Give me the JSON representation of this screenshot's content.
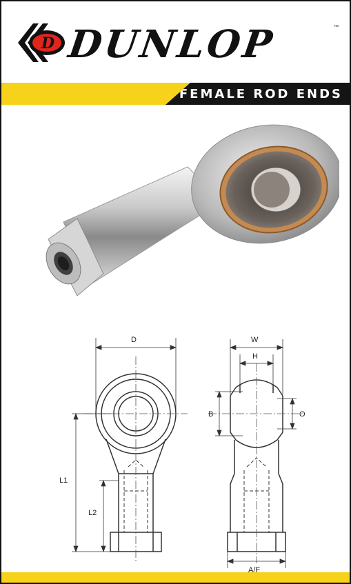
{
  "brand": {
    "name": "DUNLOP",
    "trademark": "™",
    "icon": "dunlop-d-flying-logo"
  },
  "header": {
    "title": "FEMALE ROD ENDS"
  },
  "diagram": {
    "labels": {
      "d": "D",
      "w": "W",
      "h": "H",
      "b": "B",
      "o": "O",
      "l1": "L1",
      "l2": "L2",
      "af": "A/F"
    }
  },
  "colors": {
    "accent_yellow": "#f6d21a",
    "title_bar": "#151515",
    "logo_red": "#e0261c"
  }
}
